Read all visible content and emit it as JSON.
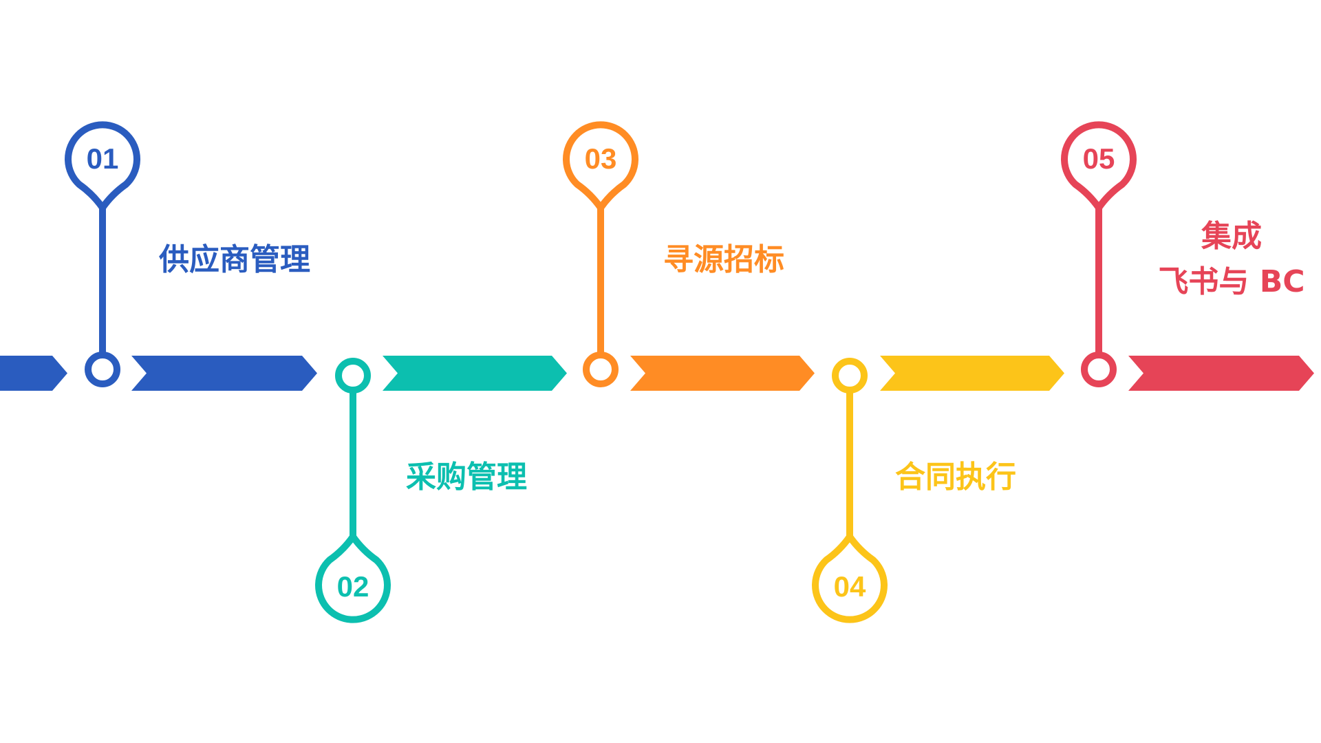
{
  "milestones": [
    {
      "number": "01",
      "label": "供应商管理",
      "color": "#2A5CBF"
    },
    {
      "number": "02",
      "label": "采购管理",
      "color": "#0CBFAF"
    },
    {
      "number": "03",
      "label": "寻源招标",
      "color": "#FF8C24"
    },
    {
      "number": "04",
      "label": "合同执行",
      "color": "#FCC419"
    },
    {
      "number": "05",
      "label_line1": "集成",
      "label_line2": "飞书与 BC",
      "color": "#E64457"
    }
  ]
}
